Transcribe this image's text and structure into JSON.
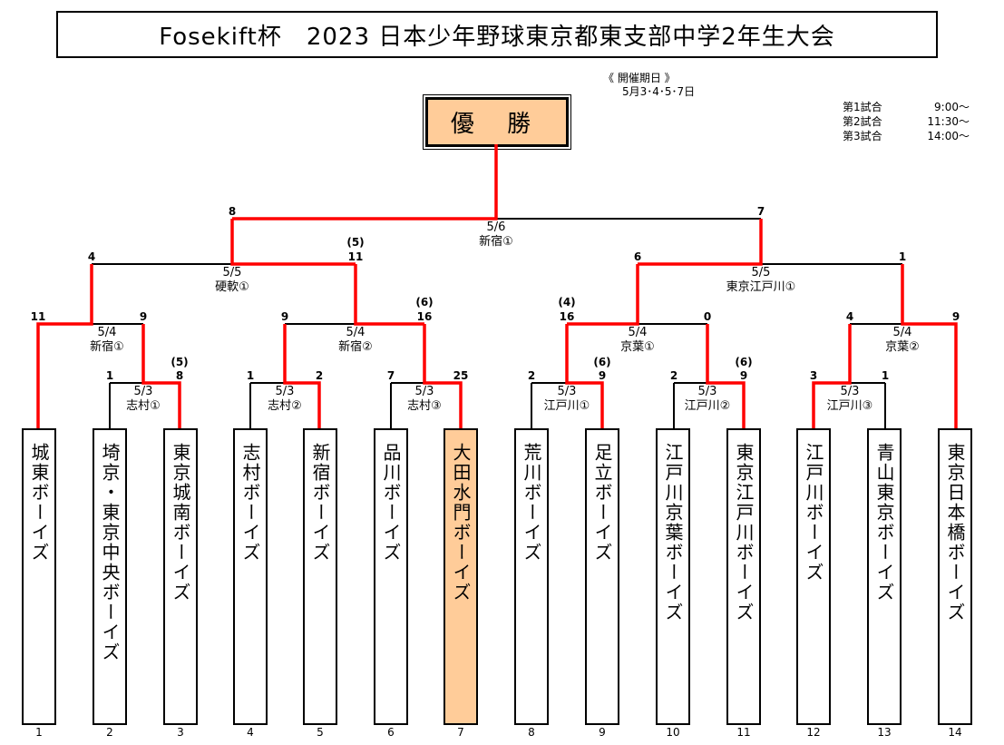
{
  "title": "Fosekift杯　2023 日本少年野球東京都東支部中学2年生大会",
  "champion_label": "優 勝",
  "schedule": {
    "heading": "《 開催期日 》",
    "dates": "5月3･4･5･7日",
    "games": [
      {
        "label": "第1試合",
        "time": "9:00～"
      },
      {
        "label": "第2試合",
        "time": "11:30～"
      },
      {
        "label": "第3試合",
        "time": "14:00～"
      }
    ]
  },
  "teams": [
    {
      "no": "1",
      "name": "城東ボーイズ"
    },
    {
      "no": "2",
      "name": "埼京・東京中央ボーイズ"
    },
    {
      "no": "3",
      "name": "東京城南ボーイズ"
    },
    {
      "no": "4",
      "name": "志村ボーイズ"
    },
    {
      "no": "5",
      "name": "新宿ボーイズ"
    },
    {
      "no": "6",
      "name": "品川ボーイズ"
    },
    {
      "no": "7",
      "name": "大田水門ボーイズ"
    },
    {
      "no": "8",
      "name": "荒川ボーイズ"
    },
    {
      "no": "9",
      "name": "足立ボーイズ"
    },
    {
      "no": "10",
      "name": "江戸川京葉ボーイズ"
    },
    {
      "no": "11",
      "name": "東京江戸川ボーイズ"
    },
    {
      "no": "12",
      "name": "江戸川ボーイズ"
    },
    {
      "no": "13",
      "name": "青山東京ボーイズ"
    },
    {
      "no": "14",
      "name": "東京日本橋ボーイズ"
    }
  ],
  "round1": [
    {
      "date": "5/3",
      "venue": "志村①",
      "left": "1",
      "right": "8",
      "right_note": "(5)"
    },
    {
      "date": "5/3",
      "venue": "志村②",
      "left": "1",
      "right": "2"
    },
    {
      "date": "5/3",
      "venue": "志村③",
      "left": "7",
      "right": "25"
    },
    {
      "date": "5/3",
      "venue": "江戸川①",
      "left": "2",
      "right": "9",
      "right_note": "(6)"
    },
    {
      "date": "5/3",
      "venue": "江戸川②",
      "left": "2",
      "right": "9",
      "right_note": "(6)"
    },
    {
      "date": "5/3",
      "venue": "江戸川③",
      "left": "3",
      "right": "1"
    }
  ],
  "round2": [
    {
      "date": "5/4",
      "venue": "新宿①",
      "left": "11",
      "right": "9"
    },
    {
      "date": "5/4",
      "venue": "新宿②",
      "left": "9",
      "right": "16",
      "right_note": "(6)"
    },
    {
      "date": "5/4",
      "venue": "京葉①",
      "left": "16",
      "right": "0",
      "left_note": "(4)"
    },
    {
      "date": "5/4",
      "venue": "京葉②",
      "left": "4",
      "right": "9"
    }
  ],
  "semifinal": [
    {
      "date": "5/5",
      "venue": "硬軟①",
      "left": "4",
      "right": "11",
      "right_note": "(5)"
    },
    {
      "date": "5/5",
      "venue": "東京江戸川①",
      "left": "6",
      "right": "1"
    }
  ],
  "final": {
    "date": "5/6",
    "venue": "新宿①",
    "left": "8",
    "right": "7"
  },
  "colors": {
    "winner_line": "#FF0000",
    "highlight": "#FFCC99"
  }
}
